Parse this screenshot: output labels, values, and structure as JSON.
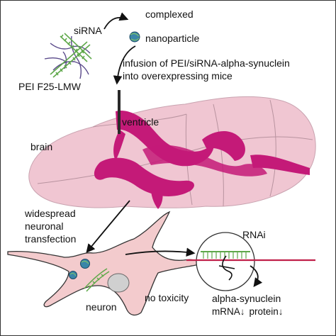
{
  "labels": {
    "sirna": "siRNA",
    "complexed": "complexed",
    "nanoparticle": "nanoparticle",
    "pei": "PEI F25-LMW",
    "infusion_line1": "infusion of PEI/siRNA-alpha-synuclein",
    "infusion_line2": "into overexpressing mice",
    "ventricle": "ventricle",
    "brain": "brain",
    "transfection_line1": "widespread",
    "transfection_line2": "neuronal",
    "transfection_line3": "transfection",
    "rnai": "RNAi",
    "no_toxicity": "no toxicity",
    "neuron": "neuron",
    "result_line1": "alpha-synuclein",
    "result_mrna": "mRNA",
    "result_protein": "protein",
    "down_arrow": "↓"
  },
  "colors": {
    "brain_fill": "#f0c6d2",
    "ventricle_fill": "#c41a78",
    "neuron_fill": "#f3cbcd",
    "sirna_green": "#5fa84a",
    "pei_purple": "#5a4a8a",
    "mrna_red": "#c0204a"
  }
}
